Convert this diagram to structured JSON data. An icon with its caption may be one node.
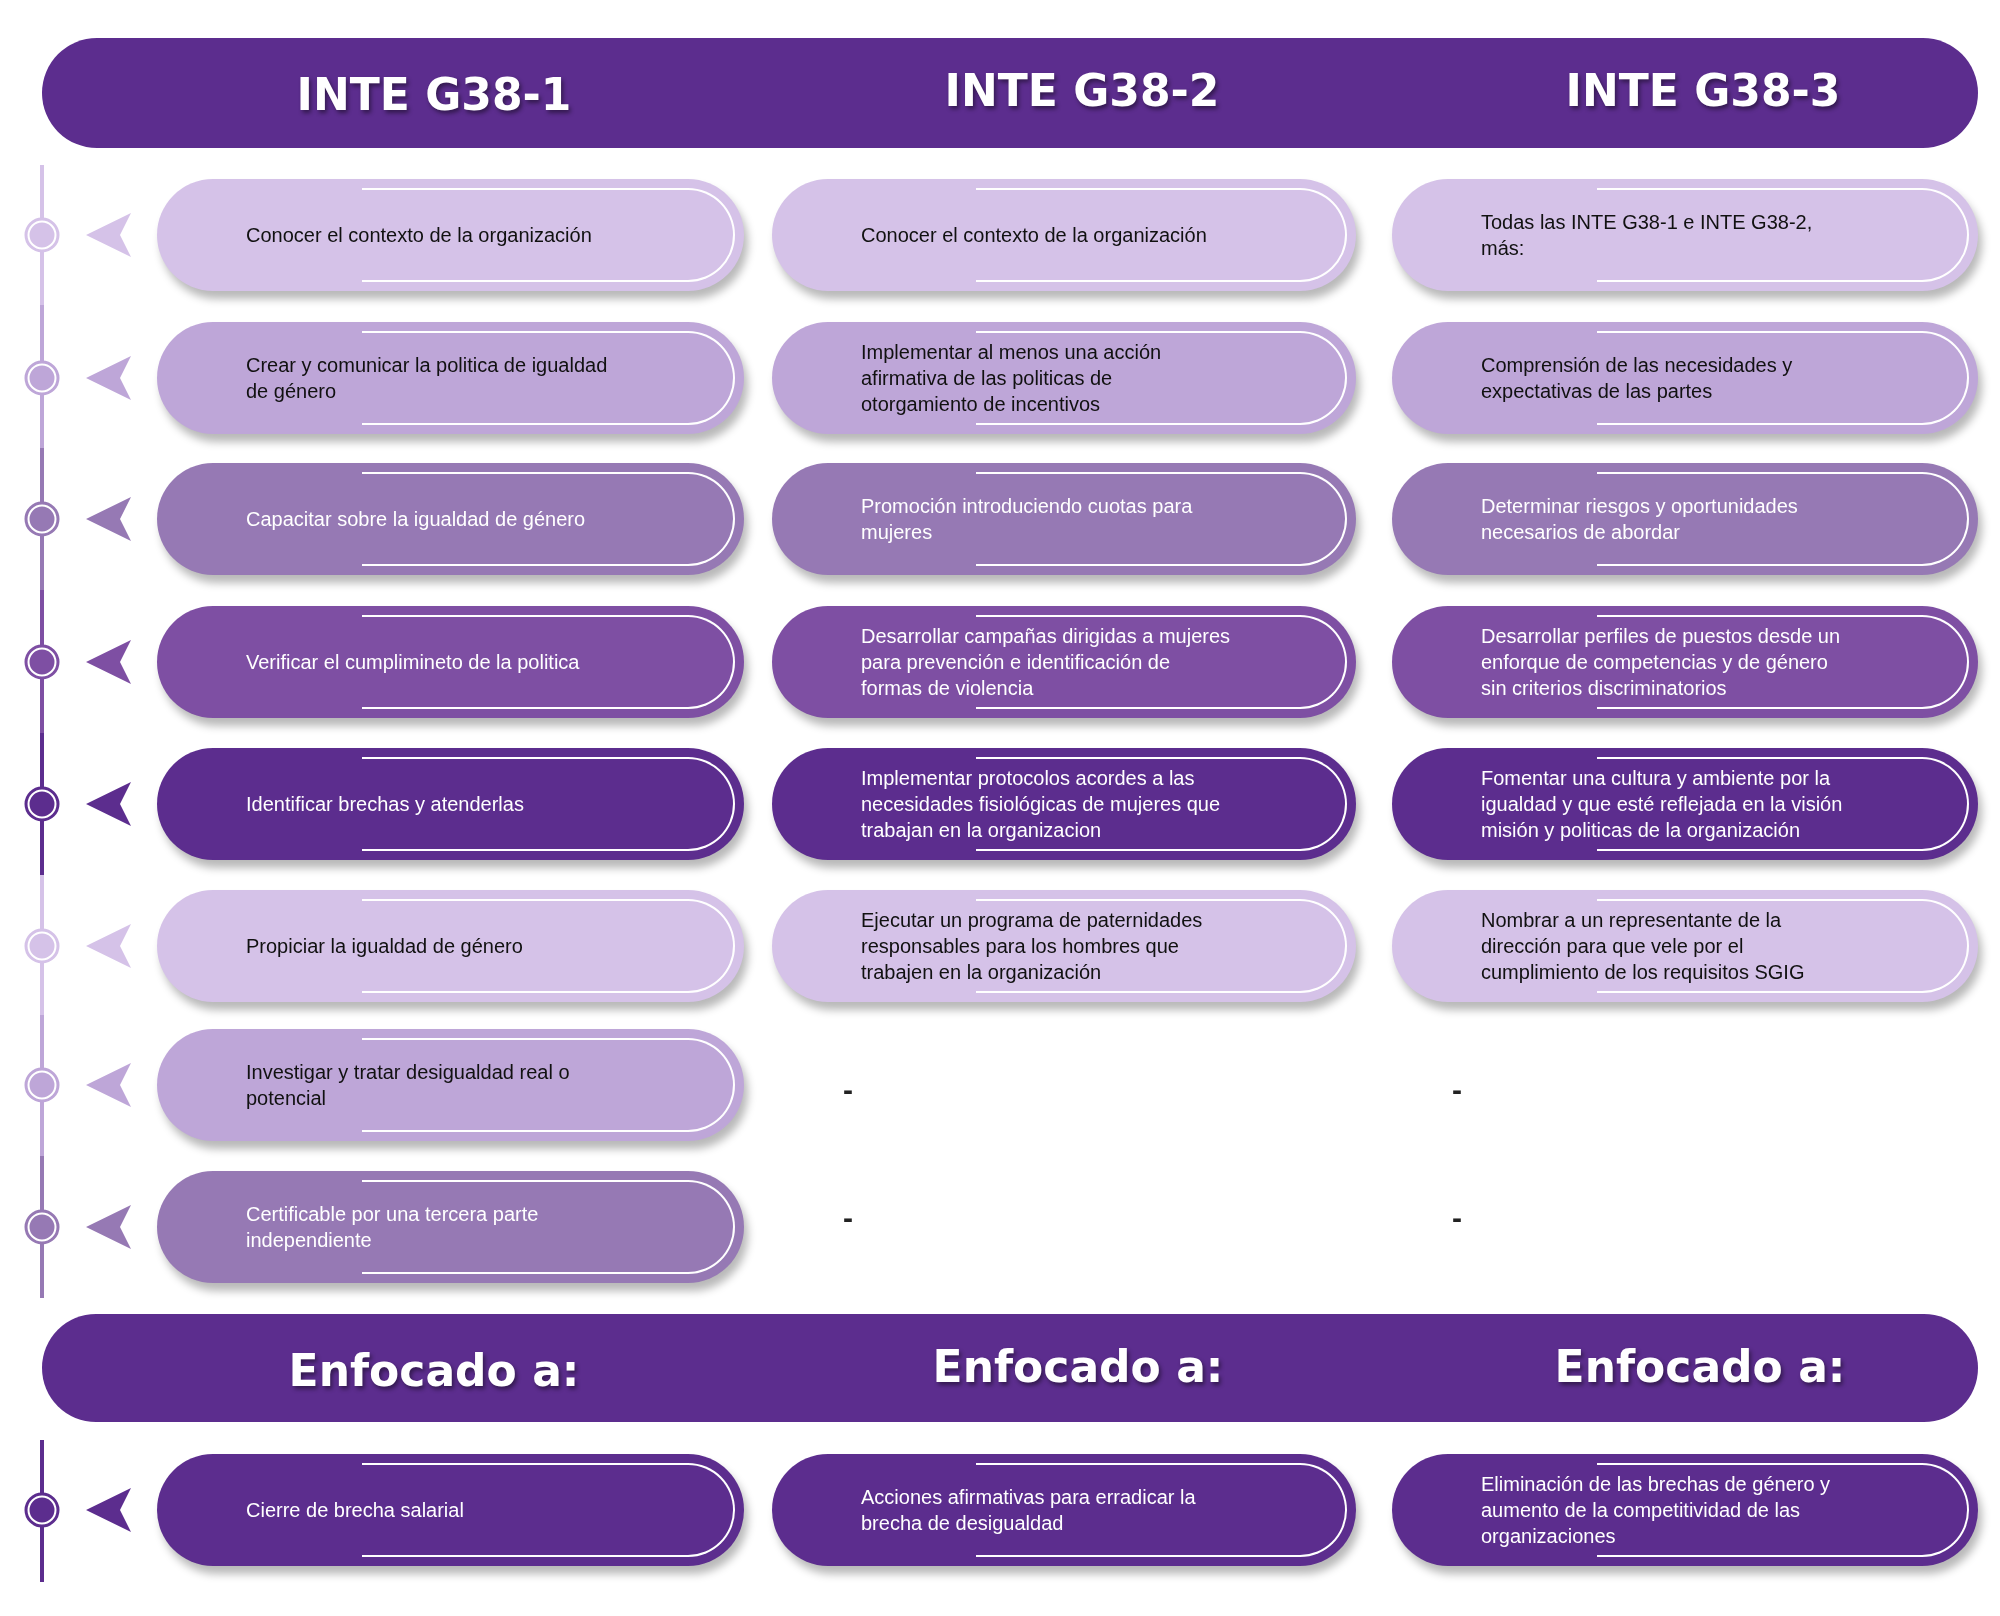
{
  "diagram": {
    "nodes": [
      {
        "text": [
          "INTE G38-1",
          "INTE G38-2",
          "INTE G38-3"
        ]
      },
      {
        "text": [
          "Conocer el contexto de la organización"
        ]
      },
      {
        "text": [
          "Conocer el contexto de la organización"
        ]
      },
      {
        "text": [
          "Todas las INTE G38-1 e INTE G38-2, más:"
        ]
      },
      {
        "text": [
          "Crear y comunicar la politica de igualdad de género"
        ]
      },
      {
        "text": [
          "Implementar al menos una acción afirmativa de las politicas de otorgamiento de incentivos"
        ]
      },
      {
        "text": [
          "Comprensión de las necesidades y expectativas de las partes"
        ]
      },
      {
        "text": [
          "Capacitar sobre la igualdad de género"
        ]
      },
      {
        "text": [
          "Promoción introduciendo cuotas para mujeres"
        ]
      },
      {
        "text": [
          "Determinar riesgos y oportunidades necesarios de abordar"
        ]
      },
      {
        "text": [
          "Verificar el cumplimineto de la politica"
        ]
      },
      {
        "text": [
          "Desarrollar campañas dirigidas a mujeres para prevención e identificación de formas de violencia"
        ]
      },
      {
        "text": [
          "Desarrollar perfiles de puestos desde un enforque de competencias y de género sin criterios discriminatorios"
        ]
      },
      {
        "text": [
          "Identificar brechas y atenderlas"
        ]
      },
      {
        "text": [
          "Implementar protocolos acordes a las necesidades fisiológicas de mujeres que trabajan en la organizacion"
        ]
      },
      {
        "text": [
          "Fomentar una cultura y ambiente por la igualdad y que esté reflejada en la visión misión y politicas de la organización"
        ]
      },
      {
        "text": [
          "Propiciar la igualdad de género"
        ]
      },
      {
        "text": [
          "Ejecutar un programa de paternidades responsables para los hombres que trabajen en la organización"
        ]
      },
      {
        "text": [
          "Nombrar a un representante de la dirección para que vele por el cumplimiento de los requisitos SGIG"
        ]
      },
      {
        "text": [
          "Investigar y tratar desigualdad real o potencial"
        ]
      },
      {
        "text": [
          "Certificable por una tercera parte independiente"
        ]
      },
      {
        "text": [
          "Enfocado a:",
          "Enfocado a:",
          "Enfocado a:"
        ]
      },
      {
        "text": [
          "Cierre de brecha salarial"
        ]
      },
      {
        "text": [
          "Acciones afirmativas para erradicar la brecha de desigualdad"
        ]
      },
      {
        "text": [
          "Eliminación de las brechas de género y aumento de la competitividad de las organizaciones"
        ]
      }
    ],
    "labels": [
      "-",
      "-",
      "-",
      "-"
    ]
  }
}
